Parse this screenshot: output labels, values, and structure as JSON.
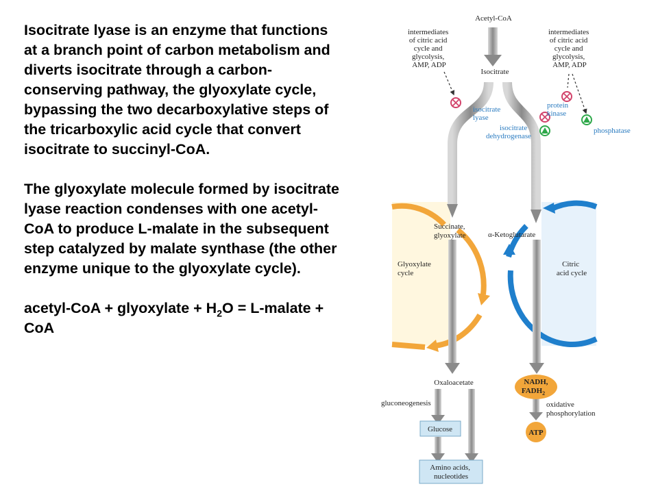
{
  "text": {
    "paragraph1": "Isocitrate lyase is an  enzyme that functions at a branch point of carbon metabolism and diverts isocitrate through a carbon-conserving pathway, the glyoxylate cycle, bypassing the two decarboxylative steps of the tricarboxylic acid cycle that convert isocitrate to succinyl-CoA.",
    "paragraph2": "The glyoxylate molecule formed by isocitrate lyase reaction condenses with one acetyl-CoA to produce L-malate in the subsequent step catalyzed by malate synthase (the other enzyme unique to the glyoxylate cycle).",
    "equation_part1": "acetyl-CoA + glyoxylate + H",
    "equation_sub": "2",
    "equation_part2": "O = L-malate + CoA"
  },
  "diagram": {
    "acetyl_coa": "Acetyl-CoA",
    "left_regulators": [
      "intermediates",
      "of citric acid",
      "cycle and",
      "glycolysis,",
      "AMP, ADP"
    ],
    "right_regulators": [
      "intermediates",
      "of citric acid",
      "cycle and",
      "glycolysis,",
      "AMP, ADP"
    ],
    "isocitrate": "Isocitrate",
    "isocitrate_lyase": [
      "isocitrate",
      "lyase"
    ],
    "isocitrate_dehydrogenase": [
      "isocitrate",
      "dehydrogenase"
    ],
    "protein_kinase": [
      "protein",
      "kinase"
    ],
    "phosphatase": "phosphatase",
    "succinate_glyoxylate": [
      "Succinate,",
      "glyoxylate"
    ],
    "alpha_ketoglutarate": "α-Ketoglutarate",
    "glyoxylate_cycle": [
      "Glyoxylate",
      "cycle"
    ],
    "citric_acid_cycle": [
      "Citric",
      "acid cycle"
    ],
    "oxaloacetate": "Oxaloacetate",
    "gluconeogenesis": "gluconeogenesis",
    "glucose": "Glucose",
    "amino_acids": [
      "Amino acids,",
      "nucleotides"
    ],
    "nadh": "NADH,",
    "fadh": "FADH",
    "fadh_sub": "2",
    "oxidative_phosphorylation": [
      "oxidative",
      "phosphorylation"
    ],
    "atp": "ATP",
    "colors": {
      "gray_arrow": "#8a8a8a",
      "orange": "#f2a63a",
      "blue": "#1f7fcc",
      "inhibit": "#d2436b",
      "activate": "#2ea84a",
      "box_fill": "#cfe6f4"
    }
  }
}
